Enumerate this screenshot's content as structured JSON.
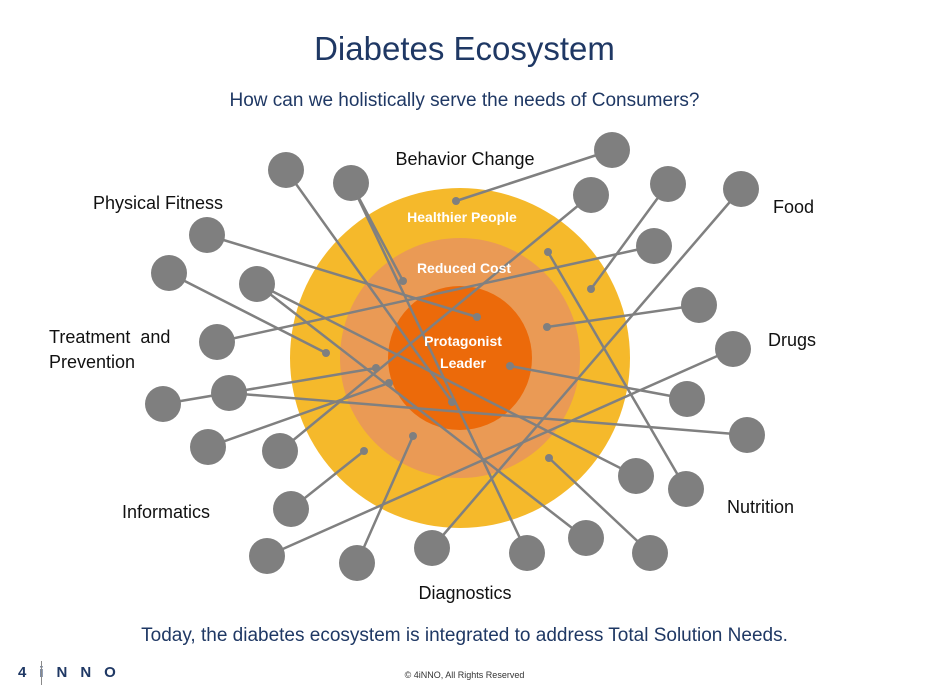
{
  "header": {
    "title": "Diabetes Ecosystem",
    "subtitle": "How can we holistically serve the needs of Consumers?"
  },
  "diagram": {
    "rings": {
      "outer": "Healthier People",
      "middle": "Reduced Cost",
      "inner_line1": "Protagonist",
      "inner_line2": "Leader"
    },
    "categories": {
      "behavior_change": "Behavior Change",
      "physical_fitness": "Physical Fitness",
      "food": "Food",
      "treatment_line1": "Treatment  and",
      "treatment_line2": "Prevention",
      "drugs": "Drugs",
      "informatics": "Informatics",
      "nutrition": "Nutrition",
      "diagnostics": "Diagnostics"
    },
    "colors": {
      "outer_ring": "#f5b92b",
      "middle_ring": "#ea9a55",
      "inner_circle": "#ec6a0a",
      "node": "#7f7f7f",
      "connector": "#808080"
    }
  },
  "footer": {
    "statement": "Today, the diabetes ecosystem is integrated to address Total Solution Needs.",
    "copyright": "© 4iNNO, All Rights Reserved",
    "logo": "4iNNO"
  }
}
